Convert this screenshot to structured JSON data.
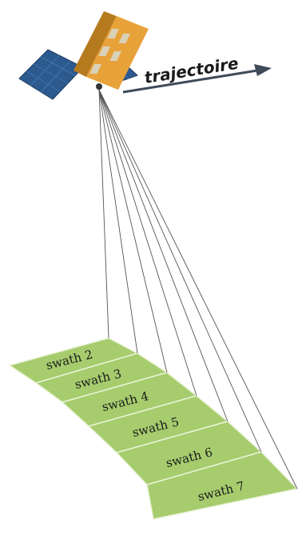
{
  "trajectory": {
    "label": "trajectoire"
  },
  "swaths": [
    {
      "label": "swath 2"
    },
    {
      "label": "swath 3"
    },
    {
      "label": "swath 4"
    },
    {
      "label": "swath 5"
    },
    {
      "label": "swath 6"
    },
    {
      "label": "swath 7"
    }
  ],
  "colors": {
    "swath_fill": "#a6cc6e",
    "swath_stroke": "#e9f3d6",
    "panel": "#2d5a8e",
    "panel_cell": "#3c73b0",
    "body": "#e8a23a",
    "body_dark": "#b67a1e",
    "arrow": "#3f4b59",
    "beam": "#555555"
  }
}
